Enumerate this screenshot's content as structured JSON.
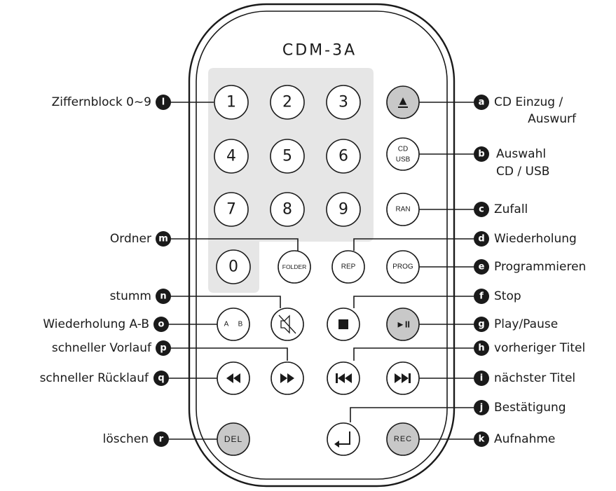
{
  "remote": {
    "model": "CDM-3A",
    "numpad": [
      "1",
      "2",
      "3",
      "4",
      "5",
      "6",
      "7",
      "8",
      "9",
      "0"
    ],
    "buttons": {
      "eject": "▲",
      "cd_usb_top": "CD",
      "cd_usb_bottom": "USB",
      "ran": "RAN",
      "folder": "FOLDER",
      "rep": "REP",
      "prog": "PROG",
      "ab_a": "A",
      "ab_b": "B",
      "play_pause": "►II",
      "del": "DEL",
      "rec": "REC"
    }
  },
  "callouts_left": [
    {
      "badge": "l",
      "lines": [
        "Ziffernblock 0~9"
      ]
    },
    {
      "badge": "m",
      "lines": [
        "Ordner"
      ]
    },
    {
      "badge": "n",
      "lines": [
        "stumm"
      ]
    },
    {
      "badge": "o",
      "lines": [
        "Wiederholung A-B"
      ]
    },
    {
      "badge": "p",
      "lines": [
        "schneller Vorlauf"
      ]
    },
    {
      "badge": "q",
      "lines": [
        "schneller Rücklauf"
      ]
    },
    {
      "badge": "r",
      "lines": [
        "löschen"
      ]
    }
  ],
  "callouts_right": [
    {
      "badge": "a",
      "lines": [
        "CD Einzug /",
        "Auswurf"
      ]
    },
    {
      "badge": "b",
      "lines": [
        "Auswahl",
        "CD / USB"
      ]
    },
    {
      "badge": "c",
      "lines": [
        "Zufall"
      ]
    },
    {
      "badge": "d",
      "lines": [
        "Wiederholung"
      ]
    },
    {
      "badge": "e",
      "lines": [
        "Programmieren"
      ]
    },
    {
      "badge": "f",
      "lines": [
        "Stop"
      ]
    },
    {
      "badge": "g",
      "lines": [
        "Play/Pause"
      ]
    },
    {
      "badge": "h",
      "lines": [
        "vorheriger Titel"
      ]
    },
    {
      "badge": "i",
      "lines": [
        "nächster Titel"
      ]
    },
    {
      "badge": "j",
      "lines": [
        "Bestätigung"
      ]
    },
    {
      "badge": "k",
      "lines": [
        "Aufnahme"
      ]
    }
  ]
}
